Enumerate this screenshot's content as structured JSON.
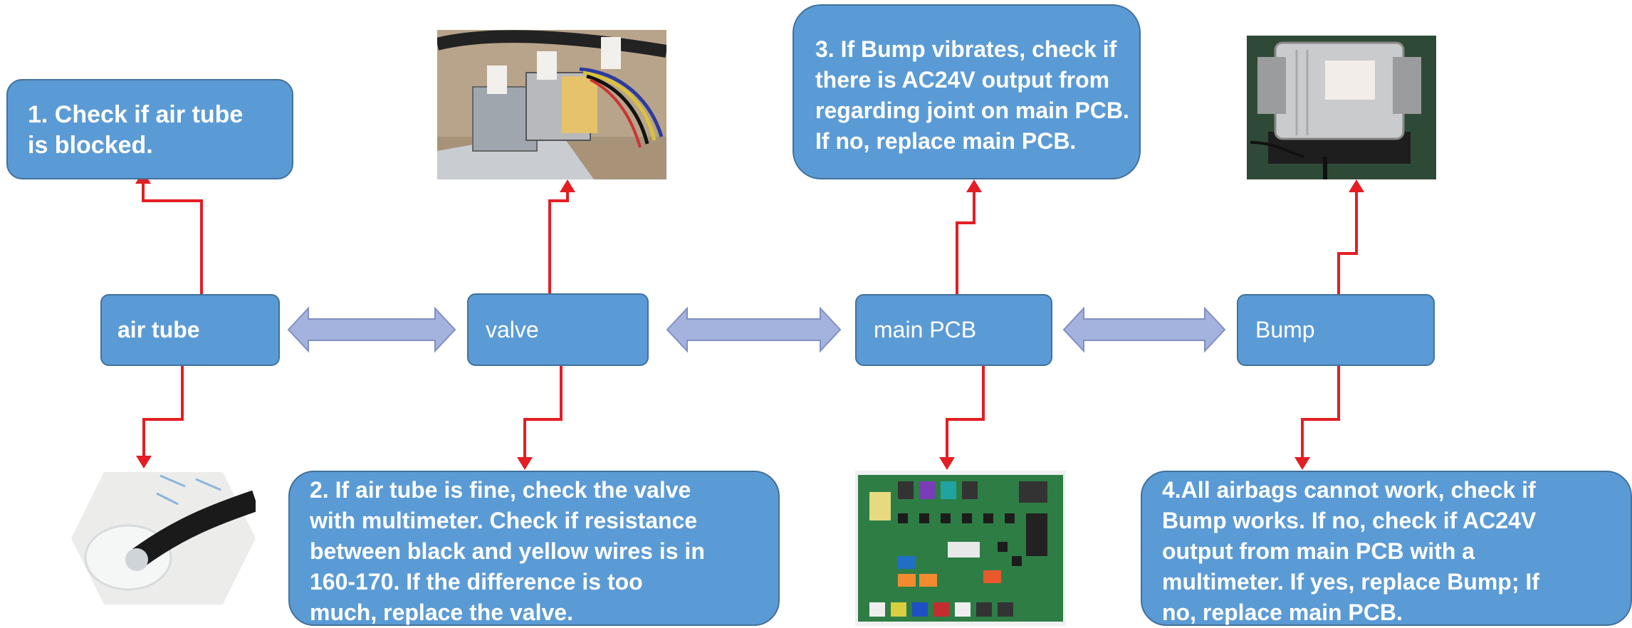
{
  "nodes": {
    "air_tube": "air tube",
    "valve": "valve",
    "main_pcb": "main PCB",
    "bump": "Bump"
  },
  "notes": {
    "n1": [
      "1. Check if air tube",
      "is blocked."
    ],
    "n2": [
      "2. If air tube is fine, check the valve",
      "with multimeter. Check if resistance",
      "between black and yellow wires is in",
      "160-170. If the difference is too",
      "much, replace the valve."
    ],
    "n3": [
      "3. If Bump vibrates, check if",
      "there is AC24V output from",
      "regarding joint on main PCB.",
      "If no, replace main PCB."
    ],
    "n4": [
      "4.All airbags cannot work, check if",
      "Bump works. If no, check if AC24V",
      "output from main PCB with a",
      "multimeter. If yes, replace Bump; If",
      "no, replace main PCB."
    ]
  },
  "images": {
    "air_tube_photo": "air-tube-photo",
    "valve_photo": "solenoid-valve-photo",
    "pcb_photo": "main-pcb-photo",
    "bump_photo": "air-pump-photo"
  },
  "colors": {
    "box_fill": "#5B9BD5",
    "box_border": "#41719C",
    "arrow_red": "#E31E24",
    "double_arrow_fill": "#A4B3DE",
    "double_arrow_stroke": "#7F8FC2"
  }
}
